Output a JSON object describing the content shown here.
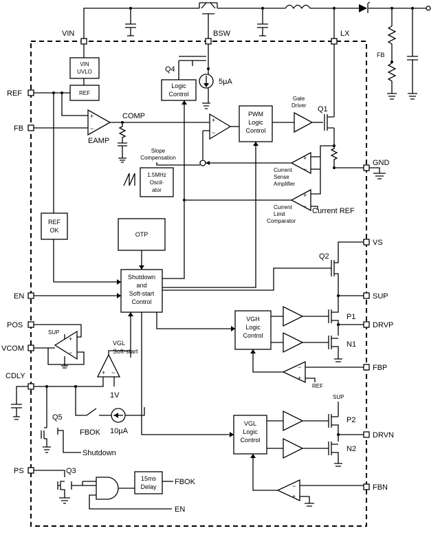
{
  "pins": {
    "vin": "VIN",
    "bsw": "BSW",
    "lx": "LX",
    "ref": "REF",
    "fb": "FB",
    "gnd": "GND",
    "vs": "VS",
    "en": "EN",
    "sup": "SUP",
    "pos": "POS",
    "drvp": "DRVP",
    "vcom": "VCOM",
    "fbp": "FBP",
    "cdly": "CDLY",
    "drvn": "DRVN",
    "ps": "PS",
    "fbn": "FBN"
  },
  "external": {
    "fb": "FB"
  },
  "blocks": {
    "vin_uvlo": [
      "VIN",
      "UVLO"
    ],
    "ref": "REF",
    "logic_control": [
      "Logic",
      "Control"
    ],
    "pwm": [
      "PWM",
      "Logic",
      "Control"
    ],
    "oscillator": [
      "1.5MHz",
      "Oscil-",
      "ator"
    ],
    "ref_ok": [
      "REF",
      "OK"
    ],
    "otp": "OTP",
    "shutdown": [
      "Shutdown",
      "and",
      "Soft-start",
      "Control"
    ],
    "vgh_logic": [
      "VGH",
      "Logic",
      "Control"
    ],
    "vgl_logic": [
      "VGL",
      "Logic",
      "Control"
    ],
    "delay": [
      "15ms",
      "Delay"
    ]
  },
  "labels": {
    "q4": "Q4",
    "current_5ua": "5µA",
    "comp": "COMP",
    "eamp": "EAMP",
    "gate_driver": [
      "Gate",
      "Driver"
    ],
    "q1": "Q1",
    "slope_comp": [
      "Slope",
      "Compensation"
    ],
    "current_sense": [
      "Current",
      "Sense",
      "Amplifier"
    ],
    "current_limit": [
      "Current",
      "Limit",
      "Comparator"
    ],
    "current_ref": "Current REF",
    "q2": "Q2",
    "p1": "P1",
    "n1": "N1",
    "sup_vcom": "SUP",
    "vgl_softstart": [
      "VGL",
      "Soft-start"
    ],
    "ref_fbp": "REF",
    "v1": "1V",
    "fbok": "FBOK",
    "current_10ua": "10µA",
    "q5": "Q5",
    "shutdown": "Shutdown",
    "sup_drvn": "SUP",
    "p2": "P2",
    "n2": "N2",
    "q3": "Q3",
    "fbok_out": "FBOK",
    "en_out": "EN"
  }
}
